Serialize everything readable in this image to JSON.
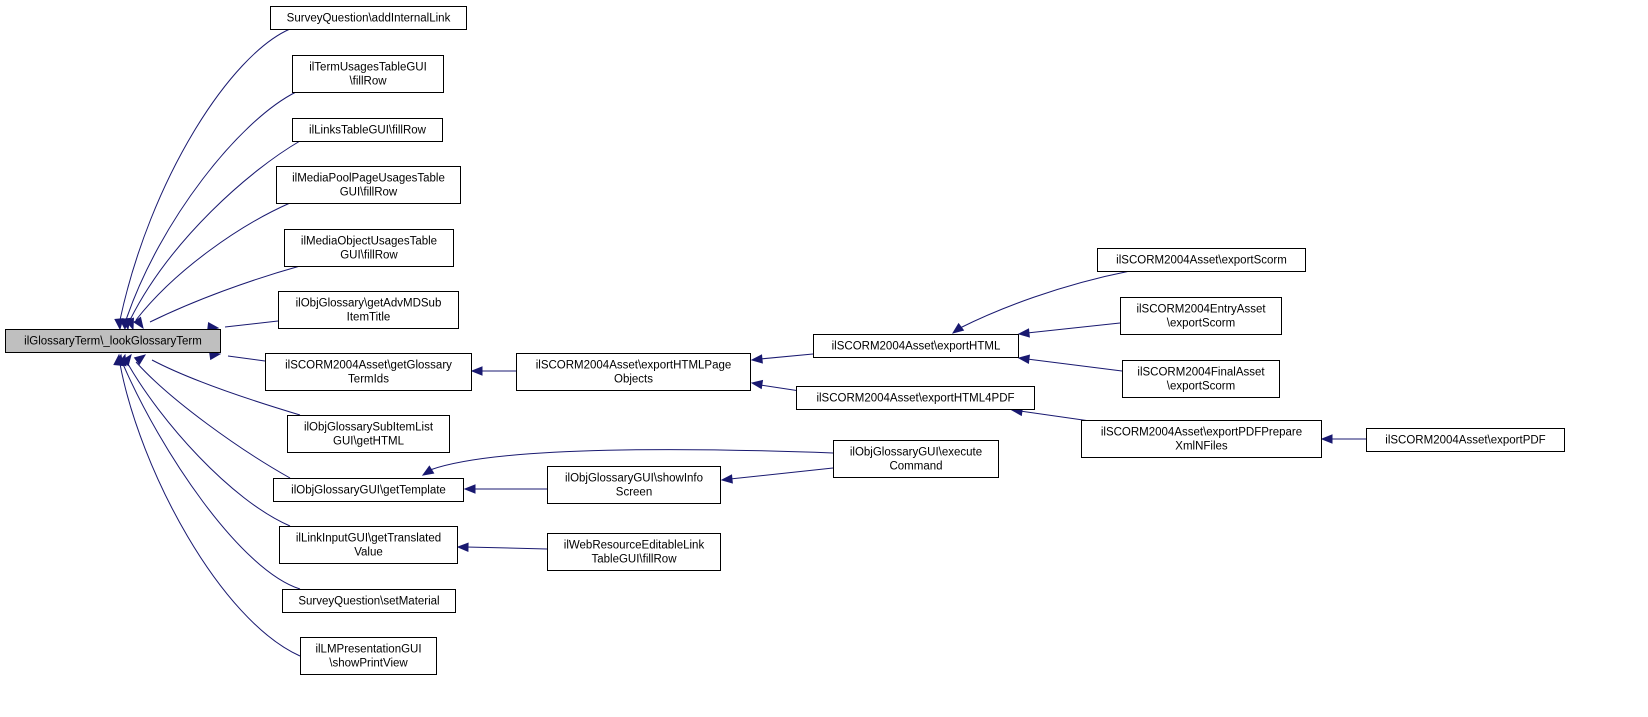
{
  "graph": {
    "edge_color": "#191970",
    "root_fill": "#bfbfbf",
    "nodes": [
      {
        "id": "root",
        "lines": [
          "ilGlossaryTerm\\_lookGlossaryTerm"
        ],
        "root": true
      },
      {
        "id": "sq_addInternalLink",
        "lines": [
          "SurveyQuestion\\addInternalLink"
        ]
      },
      {
        "id": "termUsages_fillRow",
        "lines": [
          "ilTermUsagesTableGUI",
          "\\fillRow"
        ]
      },
      {
        "id": "linksTable_fillRow",
        "lines": [
          "ilLinksTableGUI\\fillRow"
        ]
      },
      {
        "id": "mediaPoolUsages_fillRow",
        "lines": [
          "ilMediaPoolPageUsagesTable",
          "GUI\\fillRow"
        ]
      },
      {
        "id": "mediaObjUsages_fillRow",
        "lines": [
          "ilMediaObjectUsagesTable",
          "GUI\\fillRow"
        ]
      },
      {
        "id": "objGlossary_getAdvMD",
        "lines": [
          "ilObjGlossary\\getAdvMDSub",
          "ItemTitle"
        ]
      },
      {
        "id": "scorm_getGlossaryTermIds",
        "lines": [
          "ilSCORM2004Asset\\getGlossary",
          "TermIds"
        ]
      },
      {
        "id": "subItemList_getHTML",
        "lines": [
          "ilObjGlossarySubItemList",
          "GUI\\getHTML"
        ]
      },
      {
        "id": "glossaryGUI_getTemplate",
        "lines": [
          "ilObjGlossaryGUI\\getTemplate"
        ]
      },
      {
        "id": "linkInput_getTranslated",
        "lines": [
          "ilLinkInputGUI\\getTranslated",
          "Value"
        ]
      },
      {
        "id": "sq_setMaterial",
        "lines": [
          "SurveyQuestion\\setMaterial"
        ]
      },
      {
        "id": "lmPresentation_showPrint",
        "lines": [
          "ilLMPresentationGUI",
          "\\showPrintView"
        ]
      },
      {
        "id": "scorm_exportHTMLPageObjects",
        "lines": [
          "ilSCORM2004Asset\\exportHTMLPage",
          "Objects"
        ]
      },
      {
        "id": "glossaryGUI_showInfo",
        "lines": [
          "ilObjGlossaryGUI\\showInfo",
          "Screen"
        ]
      },
      {
        "id": "webRes_fillRow",
        "lines": [
          "ilWebResourceEditableLink",
          "TableGUI\\fillRow"
        ]
      },
      {
        "id": "scorm_exportHTML",
        "lines": [
          "ilSCORM2004Asset\\exportHTML"
        ]
      },
      {
        "id": "scorm_exportHTML4PDF",
        "lines": [
          "ilSCORM2004Asset\\exportHTML4PDF"
        ]
      },
      {
        "id": "glossaryGUI_execute",
        "lines": [
          "ilObjGlossaryGUI\\execute",
          "Command"
        ]
      },
      {
        "id": "scorm_exportScorm",
        "lines": [
          "ilSCORM2004Asset\\exportScorm"
        ]
      },
      {
        "id": "entry_exportScorm",
        "lines": [
          "ilSCORM2004EntryAsset",
          "\\exportScorm"
        ]
      },
      {
        "id": "final_exportScorm",
        "lines": [
          "ilSCORM2004FinalAsset",
          "\\exportScorm"
        ]
      },
      {
        "id": "scorm_exportPDFPrepare",
        "lines": [
          "ilSCORM2004Asset\\exportPDFPrepare",
          "XmlNFiles"
        ]
      },
      {
        "id": "scorm_exportPDF",
        "lines": [
          "ilSCORM2004Asset\\exportPDF"
        ]
      }
    ],
    "edges": [
      {
        "from": "sq_addInternalLink",
        "to": "root"
      },
      {
        "from": "termUsages_fillRow",
        "to": "root"
      },
      {
        "from": "linksTable_fillRow",
        "to": "root"
      },
      {
        "from": "mediaPoolUsages_fillRow",
        "to": "root"
      },
      {
        "from": "mediaObjUsages_fillRow",
        "to": "root"
      },
      {
        "from": "objGlossary_getAdvMD",
        "to": "root"
      },
      {
        "from": "scorm_getGlossaryTermIds",
        "to": "root"
      },
      {
        "from": "subItemList_getHTML",
        "to": "root"
      },
      {
        "from": "glossaryGUI_getTemplate",
        "to": "root"
      },
      {
        "from": "linkInput_getTranslated",
        "to": "root"
      },
      {
        "from": "sq_setMaterial",
        "to": "root"
      },
      {
        "from": "lmPresentation_showPrint",
        "to": "root"
      },
      {
        "from": "scorm_exportHTMLPageObjects",
        "to": "scorm_getGlossaryTermIds"
      },
      {
        "from": "glossaryGUI_showInfo",
        "to": "glossaryGUI_getTemplate"
      },
      {
        "from": "glossaryGUI_execute",
        "to": "glossaryGUI_getTemplate"
      },
      {
        "from": "webRes_fillRow",
        "to": "linkInput_getTranslated"
      },
      {
        "from": "scorm_exportHTML",
        "to": "scorm_exportHTMLPageObjects"
      },
      {
        "from": "scorm_exportHTML4PDF",
        "to": "scorm_exportHTMLPageObjects"
      },
      {
        "from": "glossaryGUI_execute",
        "to": "glossaryGUI_showInfo"
      },
      {
        "from": "scorm_exportScorm",
        "to": "scorm_exportHTML"
      },
      {
        "from": "entry_exportScorm",
        "to": "scorm_exportHTML"
      },
      {
        "from": "final_exportScorm",
        "to": "scorm_exportHTML"
      },
      {
        "from": "scorm_exportPDFPrepare",
        "to": "scorm_exportHTML4PDF"
      },
      {
        "from": "scorm_exportPDF",
        "to": "scorm_exportPDFPrepare"
      }
    ]
  }
}
